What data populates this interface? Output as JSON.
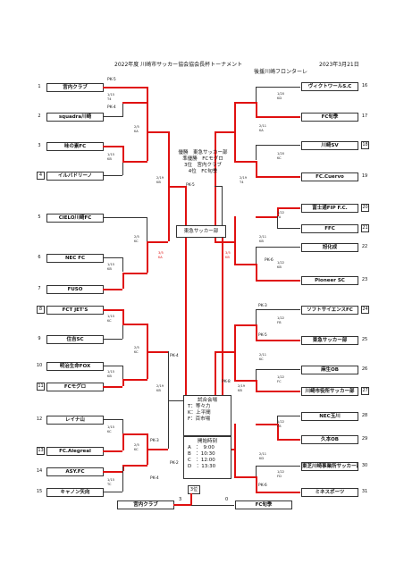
{
  "header": {
    "title": "2022年度 川崎市サッカー協会協会長杯トーナメント",
    "date": "2023年3月21日",
    "sponsor": "後援川崎フロンターレ"
  },
  "winners": {
    "champion": "優勝　東急サッカー部",
    "runner_up": "準優勝　FCモグロ",
    "third": "3位　宮内クラブ",
    "fourth": "4位　FC旬季"
  },
  "final_box": "東急サッカー部",
  "third_place_label": "3位",
  "venue": {
    "title": "試合会場",
    "lines": [
      "T：等々力",
      "K：上平間",
      "F：百市場"
    ]
  },
  "times": {
    "title": "開始時刻",
    "lines": [
      "A　：　9:00",
      "B　：10:30",
      "C　：12:00",
      "D　：13:30"
    ]
  },
  "left_teams": [
    {
      "num": "1",
      "name": "宮内クラブ"
    },
    {
      "num": "2",
      "name": "squadra川崎"
    },
    {
      "num": "3",
      "name": "味の素FC"
    },
    {
      "num": "4",
      "name": "イルバドリーノ"
    },
    {
      "num": "5",
      "name": "CIELO川崎FC"
    },
    {
      "num": "6",
      "name": "NEC FC"
    },
    {
      "num": "7",
      "name": "FUSO"
    },
    {
      "num": "8",
      "name": "FCT JET'S"
    },
    {
      "num": "9",
      "name": "住吉SC"
    },
    {
      "num": "10",
      "name": "明治生命FOX"
    },
    {
      "num": "11",
      "name": "FCモグロ"
    },
    {
      "num": "12",
      "name": "レイナ山"
    },
    {
      "num": "13",
      "name": "FC.Alegreal"
    },
    {
      "num": "14",
      "name": "ASY.FC"
    },
    {
      "num": "15",
      "name": "キャノン矢向"
    }
  ],
  "right_teams": [
    {
      "num": "16",
      "name": "ヴィクトワールS.C"
    },
    {
      "num": "17",
      "name": "FC旬季"
    },
    {
      "num": "18",
      "name": "川崎SV"
    },
    {
      "num": "19",
      "name": "FC.Cuervo"
    },
    {
      "num": "20",
      "name": "富士通FIP F.C."
    },
    {
      "num": "21",
      "name": "FFC"
    },
    {
      "num": "22",
      "name": "旭化成"
    },
    {
      "num": "23",
      "name": "Pioneer SC"
    },
    {
      "num": "24",
      "name": "ソフトサイエンスFC"
    },
    {
      "num": "25",
      "name": "東急サッカー部"
    },
    {
      "num": "26",
      "name": "麻生OB"
    },
    {
      "num": "27",
      "name": "川崎市役所サッカー部"
    },
    {
      "num": "28",
      "name": "NEC玉川"
    },
    {
      "num": "29",
      "name": "久本OB"
    },
    {
      "num": "30",
      "name": "東芝川崎事業所サッカー部"
    },
    {
      "num": "31",
      "name": "ミネスポーツ"
    }
  ],
  "third_place_match": {
    "left": "宮内クラブ",
    "right": "FC旬季",
    "left_score": "3",
    "right_score": "0"
  },
  "match_labels": {
    "l1": [
      "1/15",
      "T4"
    ],
    "l2": [
      "2/5",
      "KA"
    ],
    "l3": [
      "1/15",
      "KB"
    ],
    "l4": [
      "2/19",
      "KB"
    ],
    "l5": [
      "2/5",
      "KC"
    ],
    "l6": [
      "1/15",
      "KB"
    ],
    "l7": [
      "1/15",
      "KC"
    ],
    "l8": [
      "2/5",
      "KC"
    ],
    "l9": [
      "1/15",
      "KB"
    ],
    "l10": [
      "2/19",
      "KB"
    ],
    "l11": [
      "1/15",
      "KC"
    ],
    "l12": [
      "2/5",
      "KC"
    ],
    "l13": [
      "1/15",
      "TC"
    ],
    "l14": [
      "3/5",
      "KA"
    ],
    "r1": [
      "1/20",
      "KD"
    ],
    "r2": [
      "2/11",
      "KA"
    ],
    "r3": [
      "1/20",
      "KC"
    ],
    "r4": [
      "2/19",
      "T4"
    ],
    "r5": [
      "1/22",
      "FA"
    ],
    "r6": [
      "2/11",
      "KB"
    ],
    "r7": [
      "1/22",
      "KB"
    ],
    "r8": [
      "1/22",
      "FB"
    ],
    "r9": [
      "2/11",
      "KC"
    ],
    "r10": [
      "1/22",
      "FC"
    ],
    "r11": [
      "2/19",
      "KB"
    ],
    "r12": [
      "1/22",
      "FB"
    ],
    "r13": [
      "2/11",
      "KD"
    ],
    "r14": [
      "1/22",
      "FD"
    ],
    "r15": [
      "3/5",
      "KB"
    ]
  },
  "pk_labels": {
    "l_top": "PK-5",
    "l_mid": "PK-4",
    "l_sf": "PK-5",
    "l_q3": "PK-4",
    "l_q4": "PK-3",
    "l_q4b": "PK-2",
    "l_q4c": "PK-4",
    "l_final": "PK-8",
    "r_q1": "PK-6",
    "r_q2": "PK-3",
    "r_q3": "PK-5",
    "r_q4": "PK-6"
  },
  "colors": {
    "win": "#e01010",
    "line": "#333333"
  }
}
